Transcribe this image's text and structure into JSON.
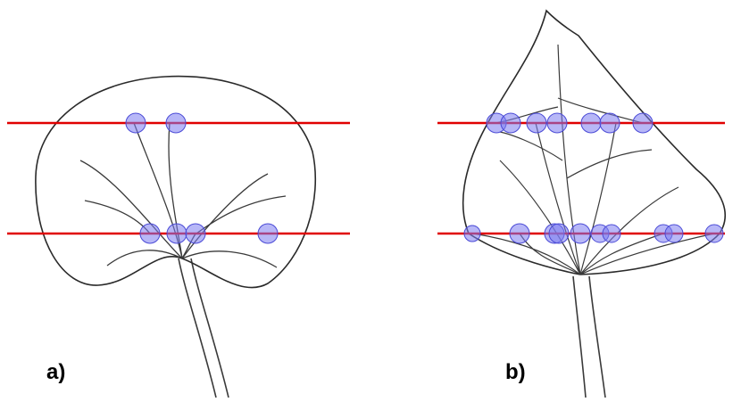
{
  "figure": {
    "panels": [
      {
        "id": "a",
        "label": "a)",
        "intersections_upper": 2,
        "intersections_lower": 4
      },
      {
        "id": "b",
        "label": "b)",
        "intersections_upper": 7,
        "intersections_lower": 10
      }
    ],
    "colors": {
      "transect_line": "#e00000",
      "marker_fill": "#7b7bf0",
      "marker_stroke": "#4a4ad6",
      "leaf_outline": "#2a2a2a",
      "vein": "#3a3a3a"
    }
  }
}
